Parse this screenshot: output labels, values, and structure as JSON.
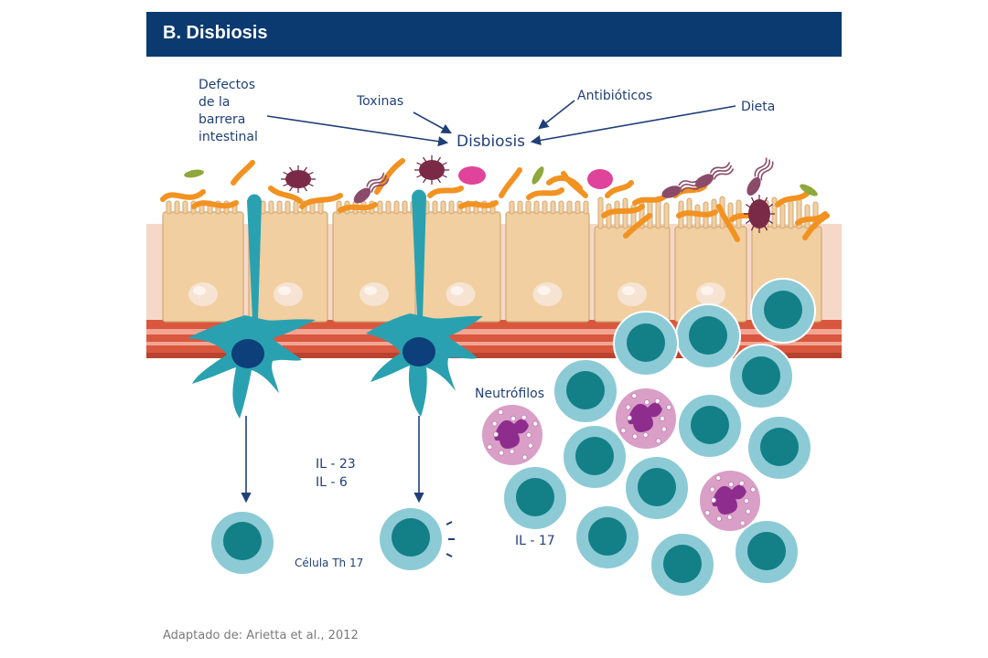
{
  "header": {
    "title": "B. Disbiosis"
  },
  "labels": {
    "defectos": [
      "Defectos",
      "de la",
      "barrera",
      "intestinal"
    ],
    "toxinas": "Toxinas",
    "antibioticos": "Antibióticos",
    "dieta": "Dieta",
    "disbiosis": "Disbiosis",
    "neutrofilos": "Neutrófilos",
    "il23": "IL - 23",
    "il6": "IL - 6",
    "il17": "IL - 17",
    "th17": "Célula Th 17"
  },
  "source": "Adaptado de: Arietta et al., 2012",
  "colors": {
    "header": "#0b3a70",
    "text": "#1f3f77",
    "epithelium": "#f1cfa0",
    "bacteria": "#f29221",
    "dendritic_cell": "#2aa1b0",
    "t_cell_outer": "#8ccad6",
    "t_cell_inner": "#137f86",
    "neutrophil": "#d99fc6",
    "muscle": "#d9573f"
  }
}
